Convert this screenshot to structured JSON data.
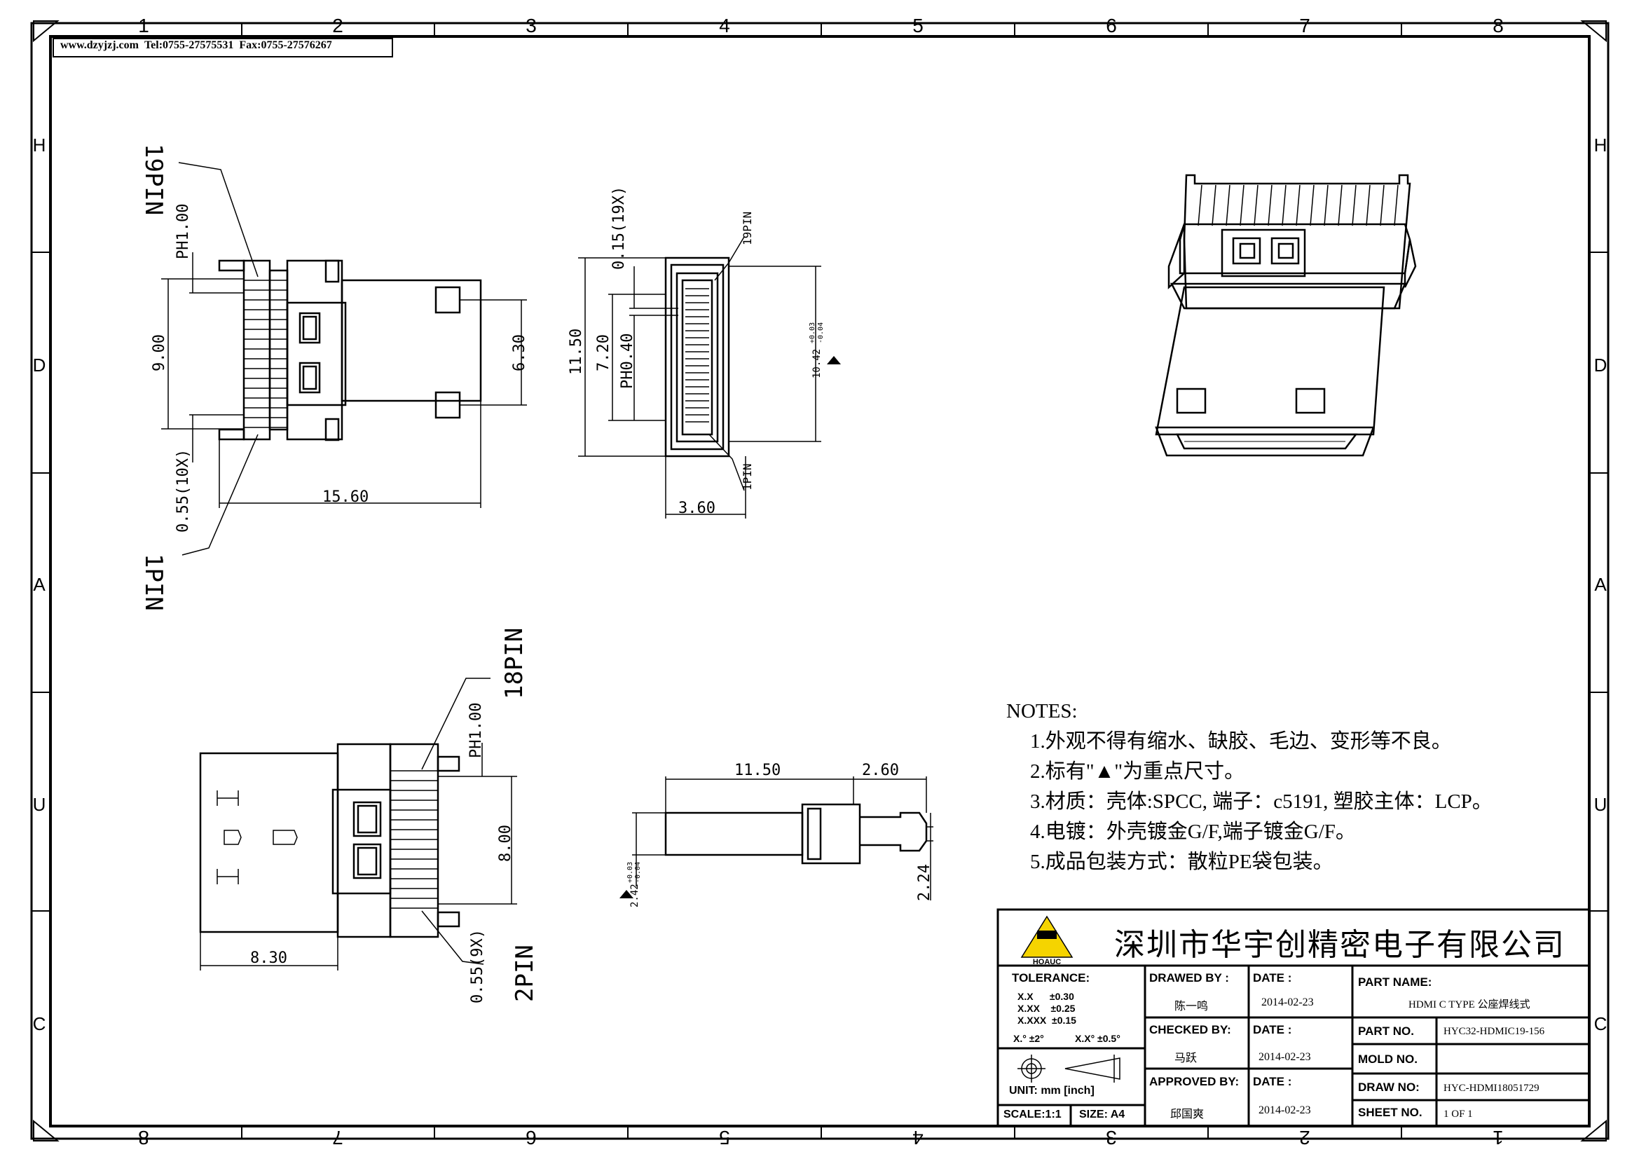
{
  "header": {
    "website": "www.dzyjzj.com",
    "tel": "Tel:0755-27575531",
    "fax": "Fax:0755-27576267"
  },
  "border": {
    "top_columns": [
      "1",
      "2",
      "3",
      "4",
      "5",
      "6",
      "7",
      "8"
    ],
    "bottom_columns": [
      "8",
      "7",
      "6",
      "5",
      "4",
      "3",
      "2",
      "1"
    ],
    "left_rows": [
      "H",
      "D",
      "A",
      "U",
      "C"
    ],
    "right_rows": [
      "H",
      "D",
      "A",
      "U",
      "C"
    ]
  },
  "top_view": {
    "pin_top": "19PIN",
    "pin_bottom": "1PIN",
    "pitch": "PH1.00",
    "width_900": "9.00",
    "width_630": "6.30",
    "length": "15.60",
    "pin_width": "0.55(10X)"
  },
  "front_view": {
    "pin_top": "19PIN",
    "pin_bottom": "1PIN",
    "pin_width": "0.15(19X)",
    "height": "11.50",
    "inner": "7.20",
    "pitch": "PH0.40",
    "depth": "3.60",
    "critical": "10.42",
    "tol_plus": "+0.03",
    "tol_minus": "-0.04"
  },
  "bottom_view": {
    "pin_top": "18PIN",
    "pin_bottom": "2PIN",
    "pitch": "PH1.00",
    "width": "8.00",
    "length": "8.30",
    "pin_width": "0.55(9X)"
  },
  "side_view": {
    "length": "11.50",
    "tail": "2.60",
    "height": "2.24",
    "critical": "2.42",
    "tol_plus": "+0.03",
    "tol_minus": "-0.04"
  },
  "notes": {
    "title": "NOTES:",
    "items": [
      "1.外观不得有缩水、缺胶、毛边、变形等不良。",
      "2.标有\"▲\"为重点尺寸。",
      "3.材质：壳体:SPCC, 端子：c5191, 塑胶主体：LCP。",
      "4.电镀：外壳镀金G/F,端子镀金G/F。",
      "5.成品包装方式：散粒PE袋包装。"
    ]
  },
  "title_block": {
    "company": "深圳市华宇创精密电子有限公司",
    "logo_text": "HOAUC",
    "tolerance_label": "TOLERANCE:",
    "tol_x": "X.X",
    "tol_x_val": "±0.30",
    "tol_xx": "X.XX",
    "tol_xx_val": "±0.25",
    "tol_xxx": "X.XXX",
    "tol_xxx_val": "±0.15",
    "tol_ang1": "X.° ±2°",
    "tol_ang2": "X.X° ±0.5°",
    "unit": "UNIT: mm [inch]",
    "scale": "SCALE:1:1",
    "size": "SIZE: A4",
    "drawn_by_label": "DRAWED BY :",
    "drawn_by": "陈一鸣",
    "checked_by_label": "CHECKED BY:",
    "checked_by": "马跃",
    "approved_by_label": "APPROVED BY:",
    "approved_by": "邱国爽",
    "date_label": "DATE :",
    "date1": "2014-02-23",
    "date2": "2014-02-23",
    "date3": "2014-02-23",
    "part_name_label": "PART NAME:",
    "part_name": "HDMI C TYPE 公座焊线式",
    "part_no_label": "PART NO.",
    "part_no": "HYC32-HDMIC19-156",
    "mold_no_label": "MOLD NO.",
    "mold_no": "",
    "draw_no_label": "DRAW NO:",
    "draw_no": "HYC-HDMI18051729",
    "sheet_no_label": "SHEET NO.",
    "sheet_no": "1 OF 1"
  }
}
